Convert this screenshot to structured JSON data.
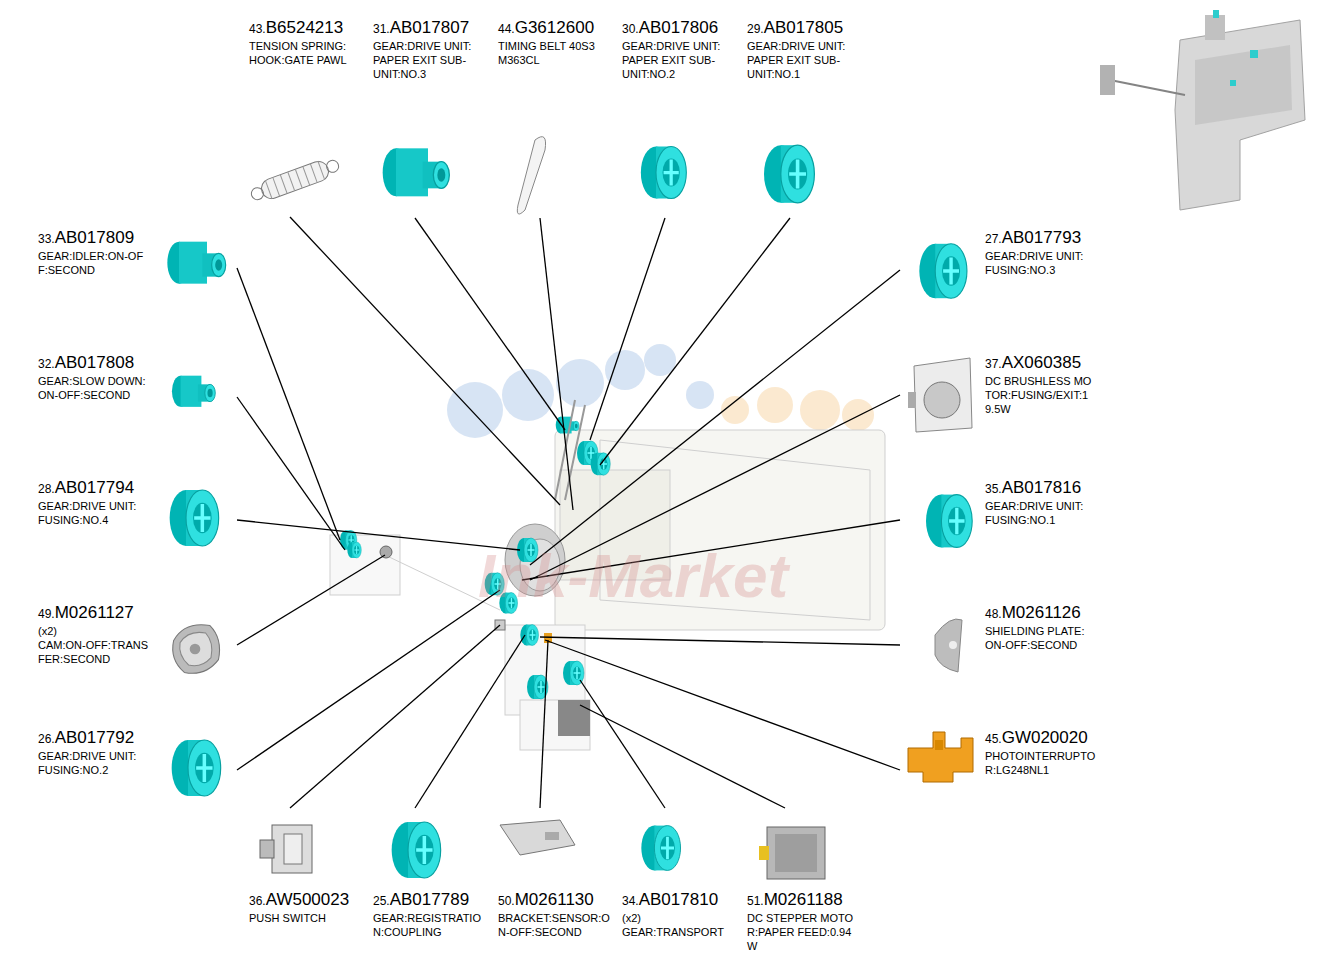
{
  "diagram": {
    "labels": [
      "43.",
      "B6524213",
      "TENSION SPRING: HOOK:GATE PAWL",
      "31.",
      "AB017807",
      "GEAR:DRIVE UNIT: PAPER EXIT SUB-UNIT:NO.3",
      "44.",
      "G3612600",
      "TIMING BELT 40S3 M363CL",
      "30.",
      "AB017806",
      "GEAR:DRIVE UNIT: PAPER EXIT SUB-UNIT:NO.2",
      "29.",
      "AB017805",
      "GEAR:DRIVE UNIT: PAPER EXIT SUB-UNIT:NO.1",
      "33.",
      "AB017809",
      "GEAR:IDLER:ON-OFF:SECOND",
      "27.",
      "AB017793",
      "GEAR:DRIVE UNIT: FUSING:NO.3",
      "32.",
      "AB017808",
      "GEAR:SLOW DOWN:ON-OFF:SECOND",
      "37.",
      "AX060385",
      "DC BRUSHLESS MOTOR:FUSING/EXIT:19.5W",
      "28.",
      "AB017794",
      "GEAR:DRIVE UNIT: FUSING:NO.4",
      "35.",
      "AB017816",
      "GEAR:DRIVE UNIT: FUSING:NO.1",
      "49.",
      "M0261127",
      "(x2)",
      "CAM:ON-OFF:TRANSFER:SECOND",
      "48.",
      "M0261126",
      "SHIELDING PLATE: ON-OFF:SECOND",
      "26.",
      "AB017792",
      "GEAR:DRIVE UNIT: FUSING:NO.2",
      "45.",
      "GW020020",
      "PHOTOINTERRUPTOR:LG248NL1",
      "36.",
      "AW500023",
      "PUSH SWITCH",
      "25.",
      "AB017789",
      "GEAR:REGISTRATION:COUPLING",
      "50.",
      "M0261130",
      "BRACKET:SENSOR:ON-OFF:SECOND",
      "34.",
      "AB017810",
      "(x2)",
      "GEAR:TRANSPORT",
      "51.",
      "M0261188",
      "DC STEPPER MOTOR:PAPER FEED:0.94W",
      "Ink-Market"
    ]
  }
}
